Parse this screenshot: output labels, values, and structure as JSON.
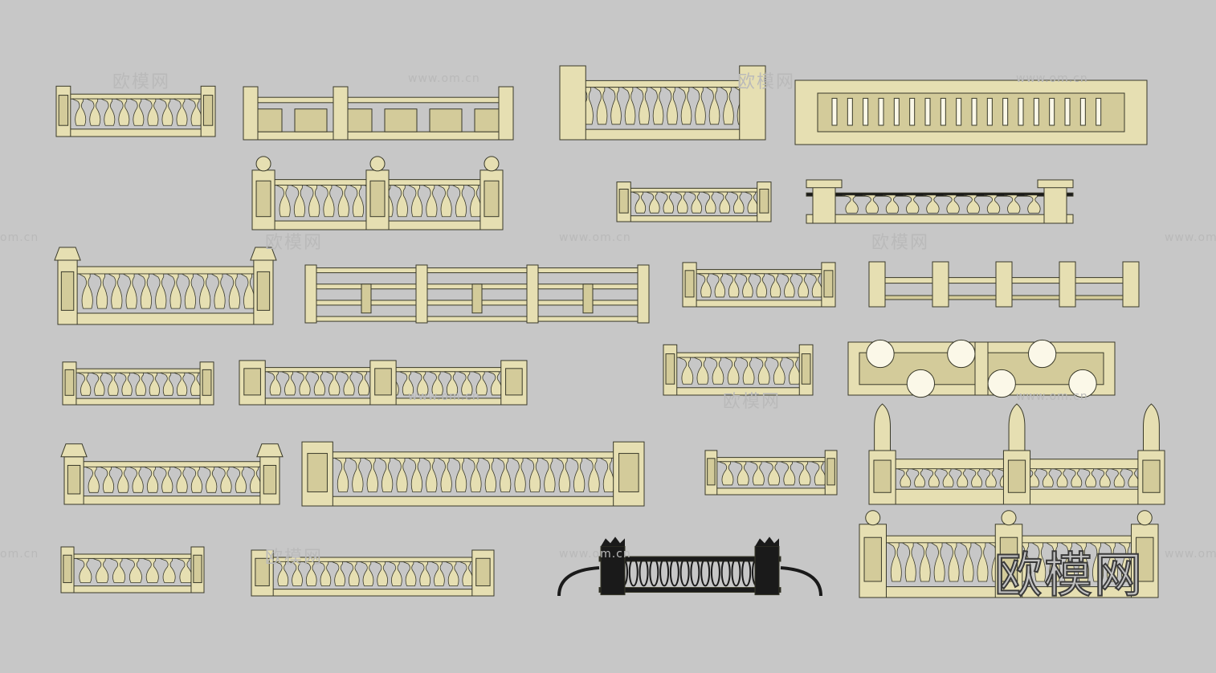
{
  "watermarks": {
    "domain": "www.om.cn",
    "domain_short": "om.cn",
    "chinese": "欧模网"
  },
  "brand_logo": "欧模网",
  "colors": {
    "background": "#c7c7c7",
    "stone": "#e6dfb2",
    "stone_shade": "#d3cb9a",
    "outline": "#3a3a2a",
    "iron": "#1a1a1a"
  },
  "railings": [
    {
      "id": "r1",
      "style": "baluster",
      "name": "balustrade-square-posts"
    },
    {
      "id": "r2",
      "style": "panels",
      "name": "railing-solid-panels"
    },
    {
      "id": "r3",
      "style": "baluster-bold",
      "name": "balustrade-large-pedestals"
    },
    {
      "id": "r4",
      "style": "slots",
      "name": "wall-with-slot-openings"
    },
    {
      "id": "r5",
      "style": "baluster-ball",
      "name": "balustrade-ball-finials"
    },
    {
      "id": "r6",
      "style": "baluster",
      "name": "balustrade-ornament-posts"
    },
    {
      "id": "r7",
      "style": "columns",
      "name": "railing-planter-columns"
    },
    {
      "id": "r8",
      "style": "baluster-urn",
      "name": "balustrade-urn-posts"
    },
    {
      "id": "r9",
      "style": "rails",
      "name": "railing-horizontal-rails"
    },
    {
      "id": "r10",
      "style": "baluster",
      "name": "balustrade-short"
    },
    {
      "id": "r11",
      "style": "fence",
      "name": "fence-simple-posts"
    },
    {
      "id": "r12",
      "style": "baluster",
      "name": "balustrade-framed"
    },
    {
      "id": "r13",
      "style": "baluster-center",
      "name": "balustrade-center-pedestal"
    },
    {
      "id": "r14",
      "style": "baluster",
      "name": "balustrade-carved-posts"
    },
    {
      "id": "r15",
      "style": "arches",
      "name": "railing-arch-cutouts"
    },
    {
      "id": "r16",
      "style": "baluster-urn",
      "name": "balustrade-planter-posts"
    },
    {
      "id": "r17",
      "style": "baluster",
      "name": "balustrade-wall-ends"
    },
    {
      "id": "r18",
      "style": "baluster",
      "name": "balustrade-small"
    },
    {
      "id": "r19",
      "style": "baluster-statue",
      "name": "balustrade-urns-and-statue"
    },
    {
      "id": "r20",
      "style": "baluster-solid",
      "name": "balustrade-dense"
    },
    {
      "id": "r21",
      "style": "baluster",
      "name": "balustrade-panel-base"
    },
    {
      "id": "r22",
      "style": "iron",
      "name": "iron-ornamental-railing"
    },
    {
      "id": "r23",
      "style": "baluster-ball",
      "name": "balustrade-ball-posts"
    }
  ]
}
